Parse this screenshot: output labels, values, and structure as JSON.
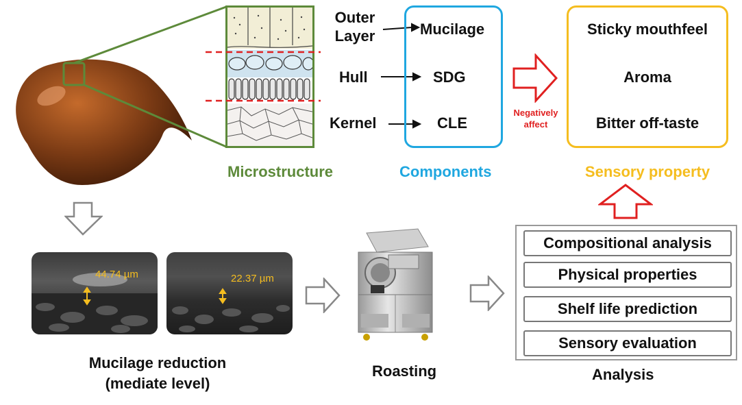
{
  "microstructure": {
    "title": "Microstructure",
    "title_color": "#5d8a3a",
    "layers": [
      "Outer Layer",
      "Hull",
      "Kernel"
    ]
  },
  "mapping": [
    {
      "source_line1": "Outer",
      "source_line2": "Layer",
      "component": "Mucilage"
    },
    {
      "source_line1": "Hull",
      "source_line2": "",
      "component": "SDG"
    },
    {
      "source_line1": "Kernel",
      "source_line2": "",
      "component": "CLE"
    }
  ],
  "components": {
    "title": "Components",
    "title_color": "#1fa7e0"
  },
  "effect": {
    "label_line1": "Negatively",
    "label_line2": "affect",
    "color": "#e02020"
  },
  "sensory": {
    "title": "Sensory property",
    "title_color": "#f5bd1f",
    "items": [
      "Sticky mouthfeel",
      "Aroma",
      "Bitter off-taste"
    ]
  },
  "mucilage": {
    "sem_labels": [
      "44.74 µm",
      "22.37 µm"
    ],
    "label_color": "#f5bd1f",
    "caption_line1": "Mucilage reduction",
    "caption_line2": "(mediate level)"
  },
  "roasting": {
    "caption": "Roasting"
  },
  "analysis": {
    "caption": "Analysis",
    "items": [
      "Compositional analysis",
      "Physical properties",
      "Shelf life prediction",
      "Sensory evaluation"
    ]
  }
}
